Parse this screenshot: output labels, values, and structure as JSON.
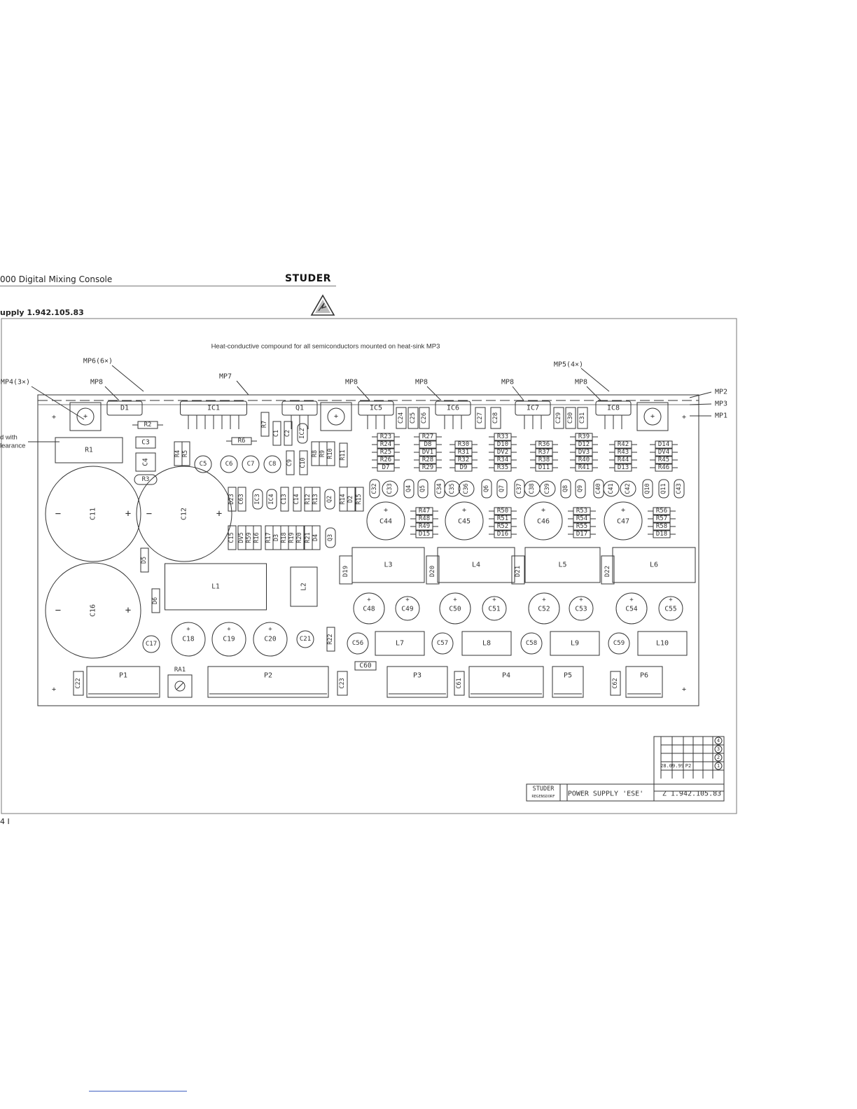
{
  "header": {
    "doc_title": "000 Digital Mixing Console",
    "brand": "STUDER",
    "section": "upply   1.942.105.83"
  },
  "footer": {
    "page_mark": "4 I"
  },
  "diagram": {
    "note": "Heat-conductive compound for all semiconductors mounted on heat-sink MP3",
    "side_note_1": "d with",
    "side_note_2": "learance",
    "callouts": [
      "MP6(6×)",
      "MP4(3×)",
      "MP8",
      "MP7",
      "MP8",
      "MP8",
      "MP8",
      "MP8",
      "MP5(4×)",
      "MP2",
      "MP3",
      "MP1"
    ],
    "top_row": [
      "D1",
      "IC1",
      "Q1",
      "IC5",
      "IC6",
      "IC7",
      "IC8"
    ],
    "small_caps": [
      "C24",
      "C25",
      "C26",
      "C27",
      "C28",
      "C29",
      "C30",
      "C31"
    ],
    "resistor_blocks": [
      [
        "R23",
        "R24",
        "R25",
        "R26",
        "D7"
      ],
      [
        "R27",
        "D8",
        "DV1",
        "R28",
        "R29"
      ],
      [
        "R30",
        "R31",
        "R32",
        "D9"
      ],
      [
        "R33",
        "D10",
        "DV2",
        "R34",
        "R35"
      ],
      [
        "R36",
        "R37",
        "R38",
        "D11"
      ],
      [
        "R39",
        "D12",
        "DV3",
        "R40",
        "R41"
      ],
      [
        "R42",
        "R43",
        "R44",
        "D13"
      ],
      [
        "D14",
        "DV4",
        "R45",
        "R46"
      ]
    ],
    "bottom_resistor_blocks": [
      [
        "R47",
        "R48",
        "R49",
        "D15"
      ],
      [
        "R50",
        "R51",
        "R52",
        "D16"
      ],
      [
        "R53",
        "R54",
        "R55",
        "D17"
      ],
      [
        "R56",
        "R57",
        "R58",
        "D18"
      ]
    ],
    "mid_row": [
      "C32",
      "C33",
      "Q4",
      "Q5",
      "C34",
      "C35",
      "C36",
      "Q6",
      "Q7",
      "C37",
      "C38",
      "C39",
      "Q8",
      "Q9",
      "C40",
      "C41",
      "C42",
      "Q10",
      "Q11",
      "C43"
    ],
    "big_caps": [
      "C44",
      "C45",
      "C46",
      "C47"
    ],
    "inductors": [
      "L3",
      "L4",
      "L5",
      "L6"
    ],
    "diodes_row": [
      "D19",
      "D20",
      "D21",
      "D22"
    ],
    "lower_caps": [
      "C48",
      "C49",
      "C50",
      "C51",
      "C52",
      "C53",
      "C54",
      "C55"
    ],
    "lower_row": [
      "C56",
      "L7",
      "C57",
      "L8",
      "C58",
      "L9",
      "C59",
      "L10"
    ],
    "left_parts": [
      "R2",
      "R1",
      "C3",
      "C4",
      "R3",
      "R4",
      "R5",
      "R6",
      "R7",
      "C1",
      "C2",
      "IC2",
      "C5",
      "C6",
      "C7",
      "C8",
      "C9",
      "C10",
      "R8",
      "R9",
      "R10",
      "R11",
      "C11",
      "C12",
      "D23",
      "C63",
      "IC3",
      "IC4",
      "C13",
      "C14",
      "R12",
      "R13",
      "Q2",
      "R14",
      "D2",
      "R15",
      "C15",
      "DV5",
      "R59",
      "R16",
      "R17",
      "D3",
      "R18",
      "R19",
      "R20",
      "R21",
      "D4",
      "Q3",
      "D5",
      "L1",
      "L2",
      "C16",
      "D6",
      "C17",
      "C18",
      "C19",
      "C20",
      "C21",
      "R22",
      "C60"
    ],
    "connectors": [
      "C22",
      "P1",
      "RA1",
      "P2",
      "C23",
      "P3",
      "C61",
      "P4",
      "P5",
      "C62",
      "P6"
    ],
    "title_block": {
      "brand": "STUDER",
      "city": "REGENSDORF",
      "title": "POWER SUPPLY  'ESE'",
      "number": "Z 1.942.105.83",
      "date": "28.09.99",
      "rev": "P2"
    }
  }
}
